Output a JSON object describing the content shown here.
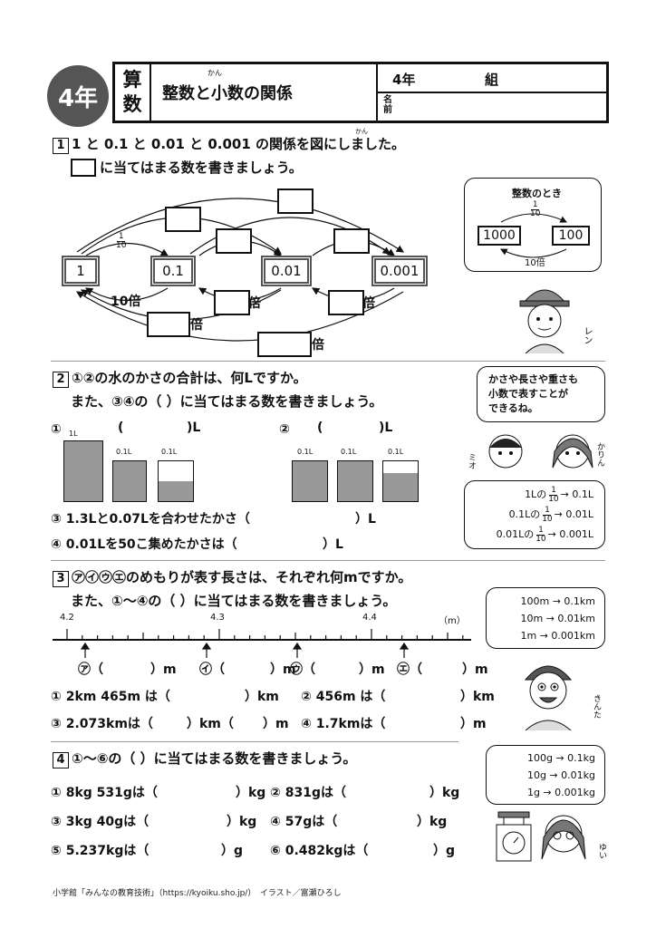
{
  "header": {
    "grade_badge": "4年",
    "subject_line1": "算",
    "subject_line2": "数",
    "title": "整数と小数の関係",
    "title_ruby": "かん",
    "class_label": "4年",
    "group_label": "組",
    "name_label_1": "名",
    "name_label_2": "前"
  },
  "q1": {
    "num": "1",
    "line1": "1 と 0.1 と 0.01 と 0.001 の関係を図にしました。",
    "ruby": "かん",
    "line2": "に当てはまる数を書きましょう。",
    "boxes": [
      "1",
      "0.1",
      "0.01",
      "0.001"
    ],
    "frac_num": "1",
    "frac_den": "10",
    "label_10bai": "10倍",
    "label_bai": "倍",
    "bubble": {
      "title": "整数のとき",
      "frac_num": "1",
      "frac_den": "10",
      "left": "1000",
      "right": "100",
      "bottom": "10倍"
    },
    "char_name": "レン"
  },
  "q2": {
    "num": "2",
    "line1": "①②の水のかさの合計は、何Lですか。",
    "line2": "また、③④の（ ）に当てはまる数を書きましょう。",
    "item1_mark": "①",
    "item2_mark": "②",
    "unit_L": ")L",
    "open_paren": "(",
    "label_1L": "1L",
    "label_01L": "0.1L",
    "item3": "③ 1.3Lと0.07Lを合わせたかさ（",
    "item3_end": "）L",
    "item4": "④ 0.01Lを50こ集めたかさは（",
    "item4_end": "）L",
    "bubble_lines": [
      "かさや長さや重さも",
      "小数で表すことが",
      "できるね。"
    ],
    "rel_lines": [
      {
        "pre": "1Lの",
        "post": "→ 0.1L"
      },
      {
        "pre": "0.1Lの",
        "post": "→ 0.01L"
      },
      {
        "pre": "0.01Lの",
        "post": "→ 0.001L"
      }
    ],
    "frac_num": "1",
    "frac_den": "10",
    "char1": "ミオ",
    "char2": "かりん"
  },
  "q3": {
    "num": "3",
    "line1": "㋐㋑㋒㋓のめもりが表す長さは、それぞれ何mですか。",
    "line2": "また、①～④の（ ）に当てはまる数を書きましょう。",
    "ticks": [
      "4.2",
      "4.3",
      "4.4",
      "（m）"
    ],
    "marks": [
      "㋐（",
      "㋑（",
      "㋒（",
      "㋓（"
    ],
    "unit_m": "）m",
    "item1": "① 2km 465m は（",
    "item1_end": "）km",
    "item2": "② 456m は（",
    "item2_end": "）km",
    "item3": "③ 2.073kmは（",
    "item3_mid": "）km（",
    "item3_end": "）m",
    "item4": "④ 1.7kmは（",
    "item4_end": "）m",
    "bubble_lines": [
      "100m → 0.1km",
      "10m → 0.01km",
      "1m → 0.001km"
    ],
    "char_name": "きんた"
  },
  "q4": {
    "num": "4",
    "line1": "①～⑥の（ ）に当てはまる数を書きましょう。",
    "items": [
      {
        "a": "① 8kg 531gは（",
        "b": "）kg"
      },
      {
        "a": "② 831gは（",
        "b": "）kg"
      },
      {
        "a": "③ 3kg 40gは（",
        "b": "）kg"
      },
      {
        "a": "④ 57gは（",
        "b": "）kg"
      },
      {
        "a": "⑤ 5.237kgは（",
        "b": "）g"
      },
      {
        "a": "⑥ 0.482kgは（",
        "b": "）g"
      }
    ],
    "bubble_lines": [
      "100g → 0.1kg",
      "10g → 0.01kg",
      "1g → 0.001kg"
    ],
    "char_name": "ゆい"
  },
  "footer": {
    "text": "小学館「みんなの教育技術」（https://kyoiku.sho.jp/）　イラスト／富瀬ひろし"
  }
}
